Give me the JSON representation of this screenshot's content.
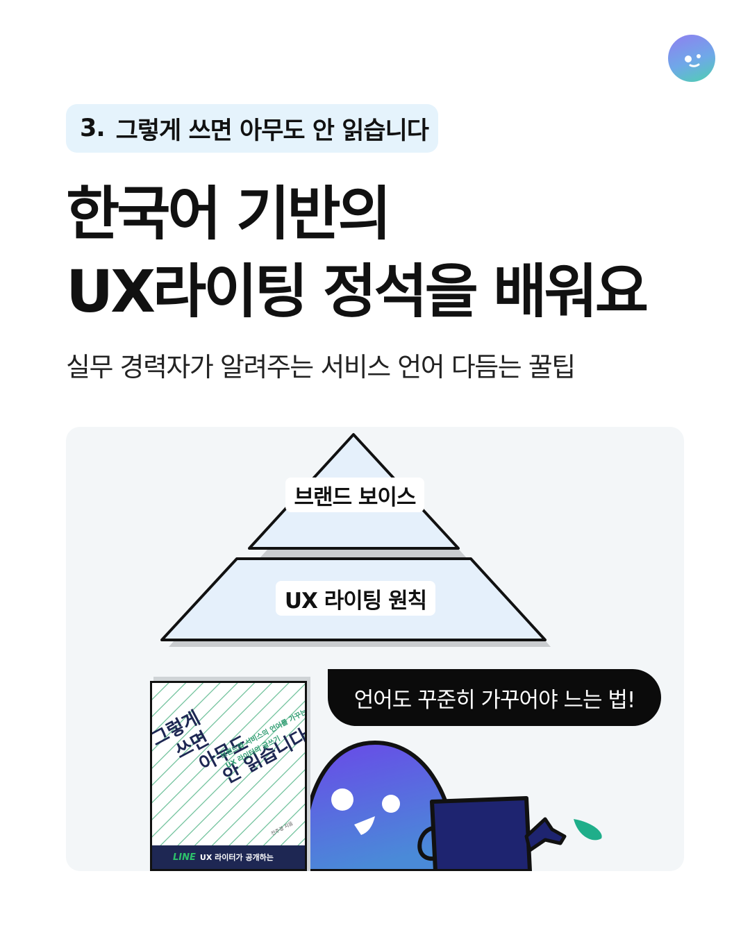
{
  "header": {
    "tag_number": "3.",
    "tag_text": "그렇게 쓰면 아무도 안 읽습니다",
    "title_line1": "한국어 기반의",
    "title_line2": "UX라이팅 정석을 배워요",
    "subtitle": "실무 경력자가 알려주는 서비스 언어 다듬는 꿀팁"
  },
  "pyramid": {
    "top_label": "브랜드 보이스",
    "bottom_label": "UX 라이팅 원칙"
  },
  "speech_bubble": "언어도 꾸준히 가꾸어야 느는 법!",
  "book": {
    "title_lines": [
      "그렇게",
      "쓰면",
      "아무도",
      "안 읽습니다"
    ],
    "subtitle_lines": [
      "브랜드와 서비스의 언어를 가꾸는",
      "UX 라이터의 글쓰기"
    ],
    "author": "전주경 지음",
    "band_brand": "LINE",
    "band_text": "UX 라이터가 공개하는"
  },
  "colors": {
    "accent_tag_bg": "#e5f3fc",
    "panel_bg": "#f3f6f8",
    "pyramid_fill": "#e5f0fb",
    "mascot_top": "#6a48e8",
    "mascot_bottom": "#4a8ad8",
    "book_navy": "#1e2753",
    "leaf_green": "#1fae8a"
  },
  "icons": {
    "profile": "mascot-avatar-icon",
    "watering_can": "watering-can-icon",
    "leaf": "leaf-icon"
  }
}
